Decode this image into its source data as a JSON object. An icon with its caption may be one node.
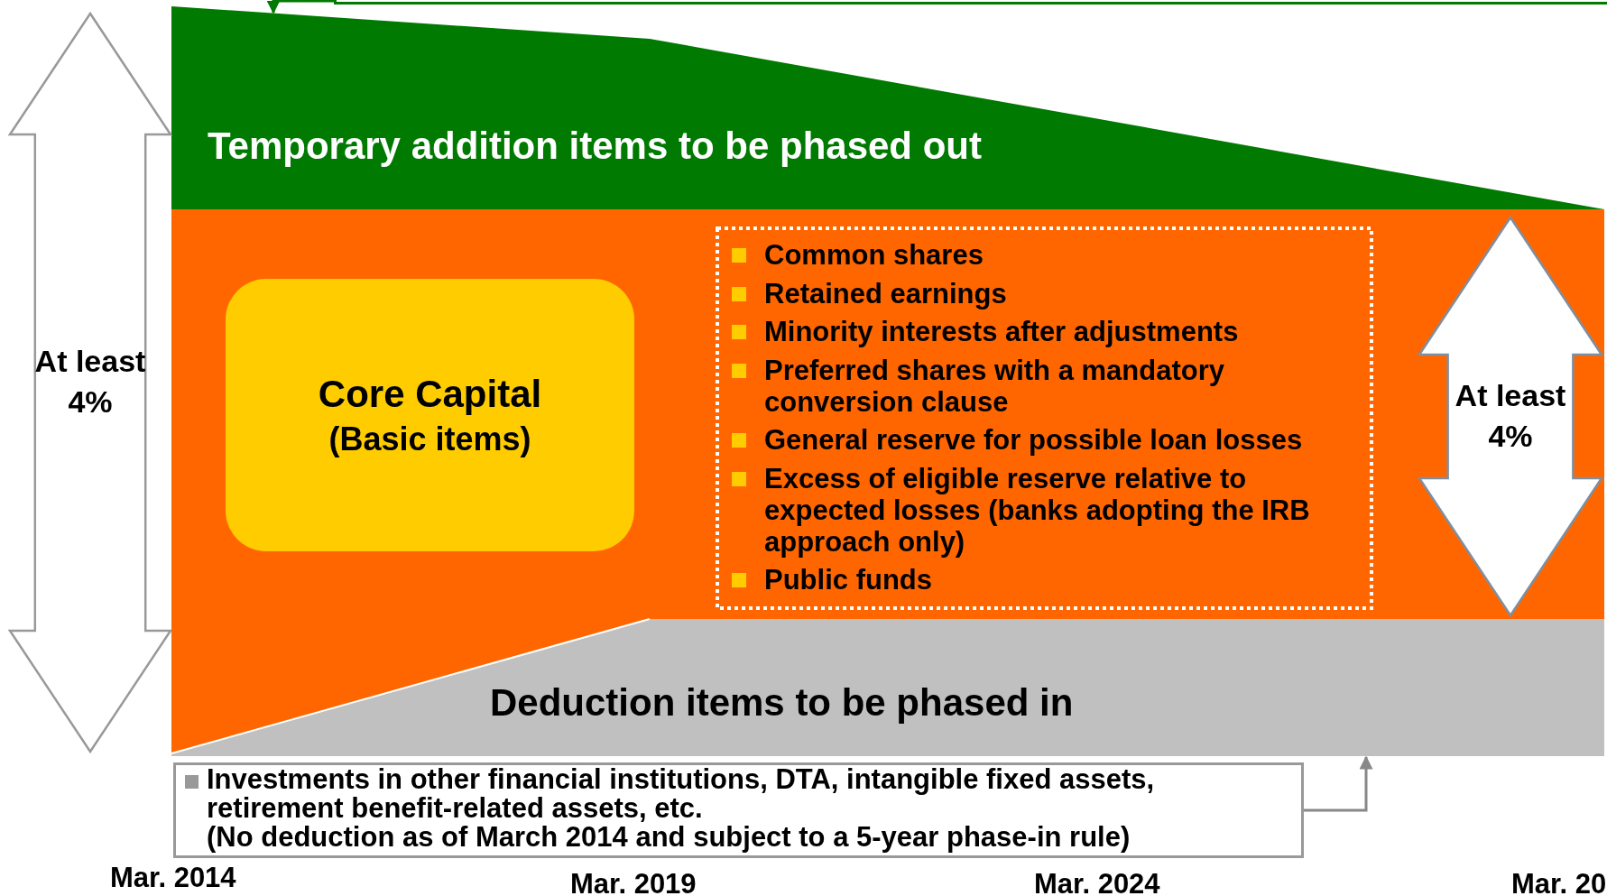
{
  "diagram": {
    "nodes": [
      {
        "text": [],
        "shape": "box"
      },
      {
        "text": [
          "Temporary addition items to be phased out"
        ]
      },
      {
        "text": [
          "At least 4%"
        ]
      },
      {
        "text": [],
        "shape": "box"
      },
      {
        "text": [
          "Core Capital",
          "(Basic items)"
        ],
        "in": 3
      },
      {
        "text": [
          "Common shares",
          "Retained earnings",
          "Minority interests after adjustments",
          "Preferred shares with a mandatory conversion clause",
          "General reserve for possible loan losses",
          "Excess of eligible reserve relative to expected losses (banks adopting the IRB approach only)",
          "Public funds"
        ],
        "in": 3
      },
      {
        "text": [
          "At least 4%"
        ],
        "in": 3
      },
      {
        "text": [
          "Deduction items to be phased in"
        ]
      },
      {
        "text": [
          "Investments in other financial institutions, DTA, intangible fixed assets, retirement benefit-related assets, etc.",
          "(No deduction as of March 2014 and subject to a 5-year phase-in rule)"
        ]
      }
    ],
    "edges": [
      {
        "from": 0,
        "to": 1,
        "arrow": "to",
        "color": "#007a00"
      },
      {
        "from": 8,
        "to": 7,
        "arrow": "to",
        "color": "#888888"
      }
    ],
    "labels": [
      "Mar. 2014",
      "Mar. 2019",
      "Mar. 2024",
      "Mar. 20"
    ]
  }
}
